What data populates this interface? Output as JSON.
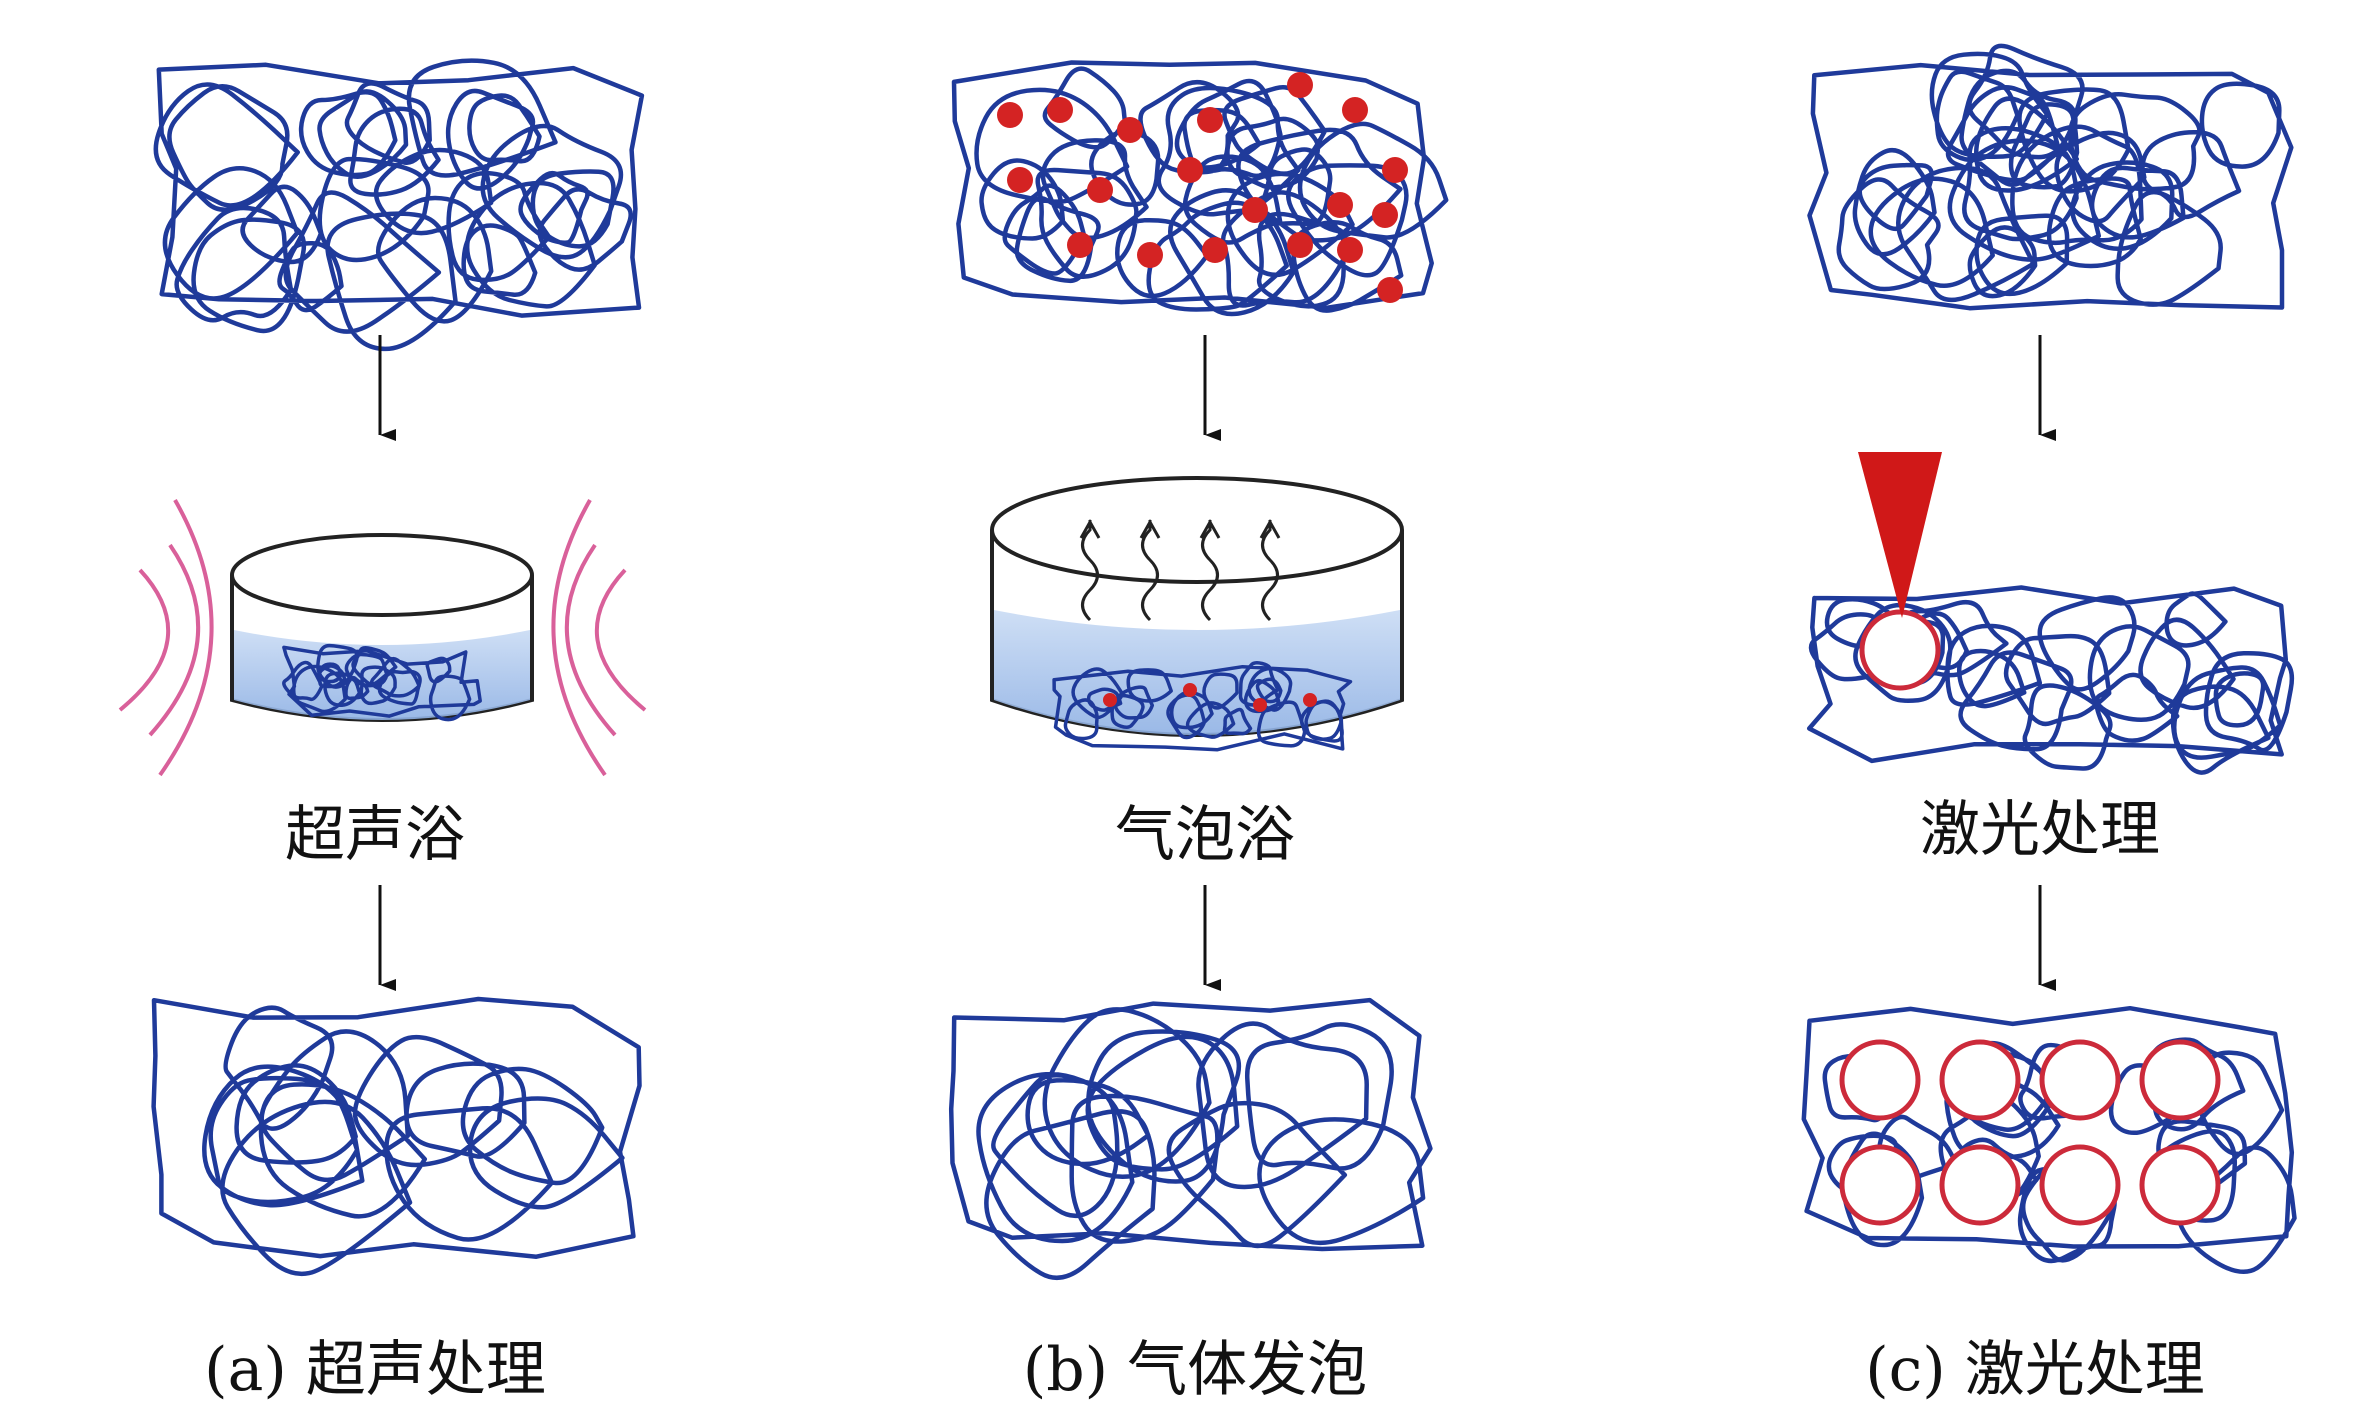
{
  "colors": {
    "fiber": "#1f3a9a",
    "particle": "#d42323",
    "pore_ring": "#cc2a3a",
    "wave": "#d9609a",
    "liquid": "#a9c6ec",
    "container_stroke": "#222222",
    "arrow": "#111111",
    "laser": "#d01818",
    "text": "#111111"
  },
  "panels": [
    {
      "id": "a",
      "step_label": "超声浴",
      "caption": "(a) 超声处理",
      "top_icon": "tangled-fiber-mesh-icon",
      "middle_icon": "ultrasonic-bath-icon",
      "bottom_icon": "loosened-fiber-mesh-icon"
    },
    {
      "id": "b",
      "step_label": "气泡浴",
      "caption": "(b) 气体发泡",
      "top_icon": "fiber-mesh-with-particles-icon",
      "middle_icon": "bubble-bath-icon",
      "bottom_icon": "loosened-fiber-mesh-icon"
    },
    {
      "id": "c",
      "step_label": "激光处理",
      "caption": "(c) 激光处理",
      "top_icon": "tangled-fiber-mesh-icon",
      "middle_icon": "laser-beam-icon",
      "bottom_icon": "fiber-mesh-with-pores-icon"
    }
  ]
}
